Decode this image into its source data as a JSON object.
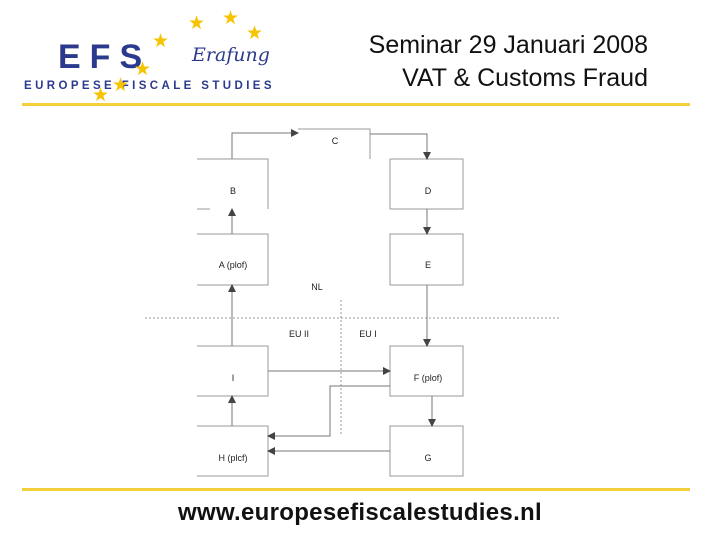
{
  "header": {
    "title_line_1": "Seminar 29 Januari 2008",
    "title_line_2": "VAT & Customs Fraud"
  },
  "logo": {
    "letters": "EFS",
    "subtitle": "EUROPESE FISCALE STUDIES",
    "signature": "Erafung",
    "star_icon": "star-icon",
    "star_color": "#f5c300",
    "brand_color": "#2b3a8c"
  },
  "diagram": {
    "nodes": {
      "c": "C",
      "b": "B",
      "d": "D",
      "a": "A  (plof)",
      "e": "E",
      "i": "I",
      "f": "F (plof)",
      "h": "H (plcf)",
      "g": "G"
    },
    "regions": {
      "nl": "NL",
      "eu_ii": "EU II",
      "eu_i": "EU I"
    },
    "line_color": "#9a9a9a",
    "arrow_color": "#444444"
  },
  "footer": {
    "website": "www.europesefiscalestudies.nl",
    "rule_color": "#f3cf3a"
  }
}
